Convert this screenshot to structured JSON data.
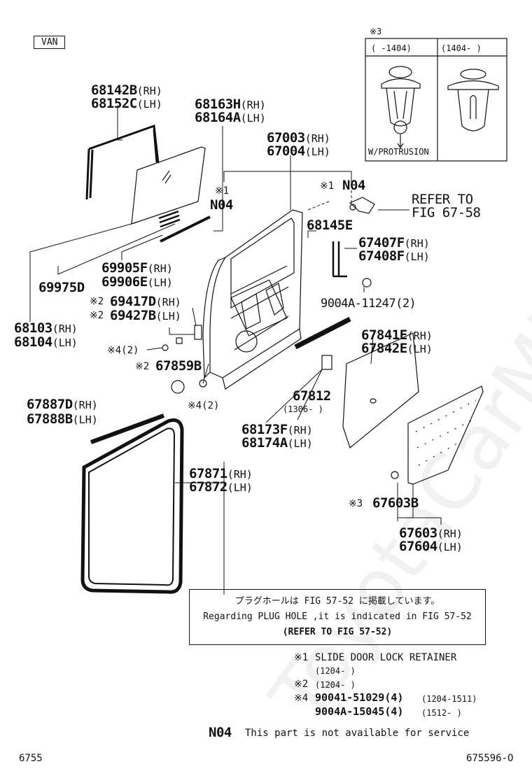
{
  "variant_label": "VAN",
  "inset": {
    "mark": "※3",
    "col1_label": "(   -1404)",
    "col2_label": "(1404-    )",
    "col1_caption": "W/PROTRUSION"
  },
  "callouts": {
    "p68142B": "68142B",
    "p68152C": "68152C",
    "p68163H": "68163H",
    "p68164A": "68164A",
    "p67003": "67003",
    "p67004": "67004",
    "n04_left_mark": "※1",
    "n04_left": "N04",
    "n04_right_mark": "※1",
    "n04_right": "N04",
    "refer_fig_line1": "REFER TO",
    "refer_fig_line2": "FIG 67-58",
    "p68145E": "68145E",
    "p67407F": "67407F",
    "p67408F": "67408F",
    "p9004A_11247": "9004A-11247(2)",
    "p69975D": "69975D",
    "p69905F": "69905F",
    "p69906E": "69906E",
    "p69417D_mark": "※2",
    "p69417D": "69417D",
    "p69427B_mark": "※2",
    "p69427B": "69427B",
    "p68103": "68103",
    "p68104": "68104",
    "star4_upper": "※4(2)",
    "p67859B_mark": "※2",
    "p67859B": "67859B",
    "star4_lower": "※4(2)",
    "p67841E": "67841E",
    "p67842E": "67842E",
    "p67812": "67812",
    "p67812_date": "(1306-     )",
    "p67887D": "67887D",
    "p67888B": "67888B",
    "p68173F": "68173F",
    "p68174A": "68174A",
    "p67871": "67871",
    "p67872": "67872",
    "p67603B_mark": "※3",
    "p67603B": "67603B",
    "p67603": "67603",
    "p67604": "67604",
    "rh": "(RH)",
    "lh": "(LH)"
  },
  "note_box": {
    "line_jp": "プラグホールは FIG 57-52 に掲載しています。",
    "line_en": "Regarding PLUG HOLE ,it is indicated in FIG 57-52",
    "line_ref": "(REFER TO FIG 57-52)"
  },
  "footnotes": [
    {
      "mark": "※1",
      "text": "SLIDE DOOR LOCK RETAINER",
      "date": "(1204-     )"
    },
    {
      "mark": "※2",
      "text": "",
      "date": "(1204-     )"
    },
    {
      "mark": "※4",
      "line1": "90041-51029(4)",
      "line1_date": "(1204-1511)",
      "line2": "9004A-15045(4)",
      "line2_date": "(1512-     )"
    }
  ],
  "n04_note": {
    "code": "N04",
    "text": "This part is not available for service"
  },
  "footer": {
    "left": "6755",
    "right": "675596-O"
  },
  "watermark": "ToyotaCarMine.ru"
}
